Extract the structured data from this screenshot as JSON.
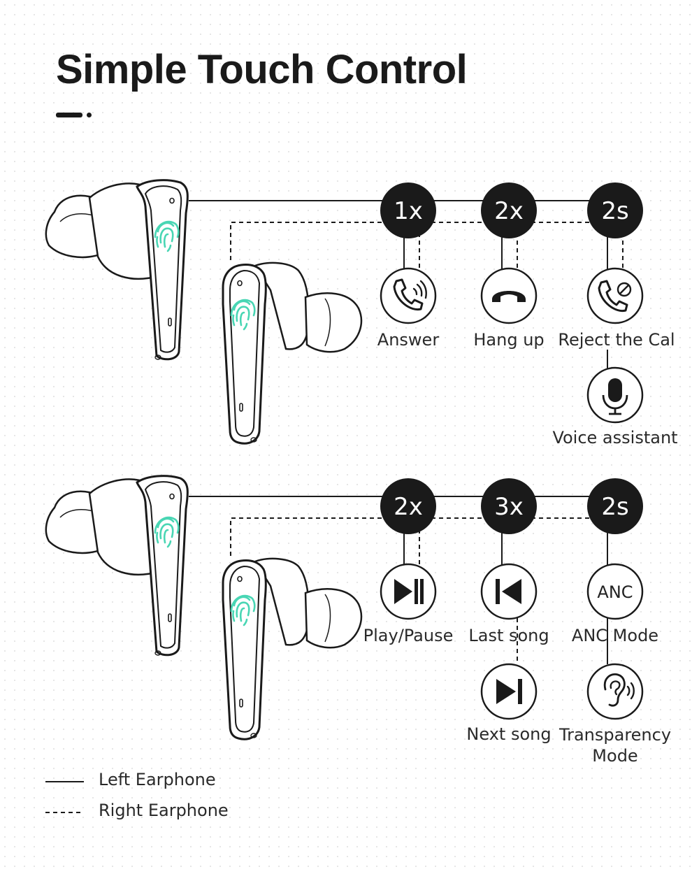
{
  "title": "Simple Touch Control",
  "colors": {
    "ink": "#1a1a1a",
    "fingerprint": "#49d6b4",
    "background": "#ffffff"
  },
  "top_section": {
    "taps": [
      {
        "badge": "1x",
        "actions": [
          {
            "label": "Answer",
            "icon": "phone-ringing-icon"
          }
        ]
      },
      {
        "badge": "2x",
        "actions": [
          {
            "label": "Hang up",
            "icon": "phone-hangup-icon"
          }
        ]
      },
      {
        "badge": "2s",
        "actions": [
          {
            "label": "Reject the Cal",
            "icon": "phone-reject-icon"
          },
          {
            "label": "Voice assistant",
            "icon": "microphone-icon"
          }
        ]
      }
    ]
  },
  "bottom_section": {
    "taps": [
      {
        "badge": "2x",
        "actions": [
          {
            "label": "Play/Pause",
            "icon": "play-pause-icon"
          }
        ]
      },
      {
        "badge": "3x",
        "actions": [
          {
            "label": "Last song",
            "icon": "previous-track-icon"
          },
          {
            "label": "Next song",
            "icon": "next-track-icon"
          }
        ]
      },
      {
        "badge": "2s",
        "actions": [
          {
            "label": "ANC Mode",
            "icon": "anc-icon",
            "icon_text": "ANC"
          },
          {
            "label_lines": [
              "Transparency",
              "Mode"
            ],
            "icon": "ear-sound-icon"
          }
        ]
      }
    ]
  },
  "legend": {
    "left": {
      "label": "Left Earphone",
      "line": "solid"
    },
    "right": {
      "label": "Right Earphone",
      "line": "dashed"
    }
  }
}
